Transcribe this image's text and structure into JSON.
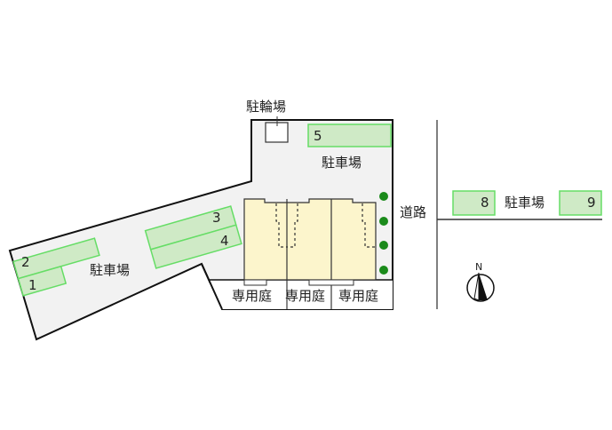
{
  "labels": {
    "bicycle_parking": "駐輪場",
    "parking_top": "駐車場",
    "parking_left": "駐車場",
    "parking_right": "駐車場",
    "road": "道路",
    "private_garden_1": "専用庭",
    "private_garden_2": "専用庭",
    "private_garden_3": "専用庭",
    "north": "N"
  },
  "parking_spaces": {
    "p1": "1",
    "p2": "2",
    "p3": "3",
    "p4": "4",
    "p5": "5",
    "p8": "8",
    "p9": "9"
  },
  "colors": {
    "lot_fill": "#f2f2f2",
    "building_fill": "#fcf5cc",
    "parking_fill": "#cfeac6",
    "parking_stroke": "#66dd66",
    "tree": "#1a8a1a",
    "outline": "#111111"
  }
}
